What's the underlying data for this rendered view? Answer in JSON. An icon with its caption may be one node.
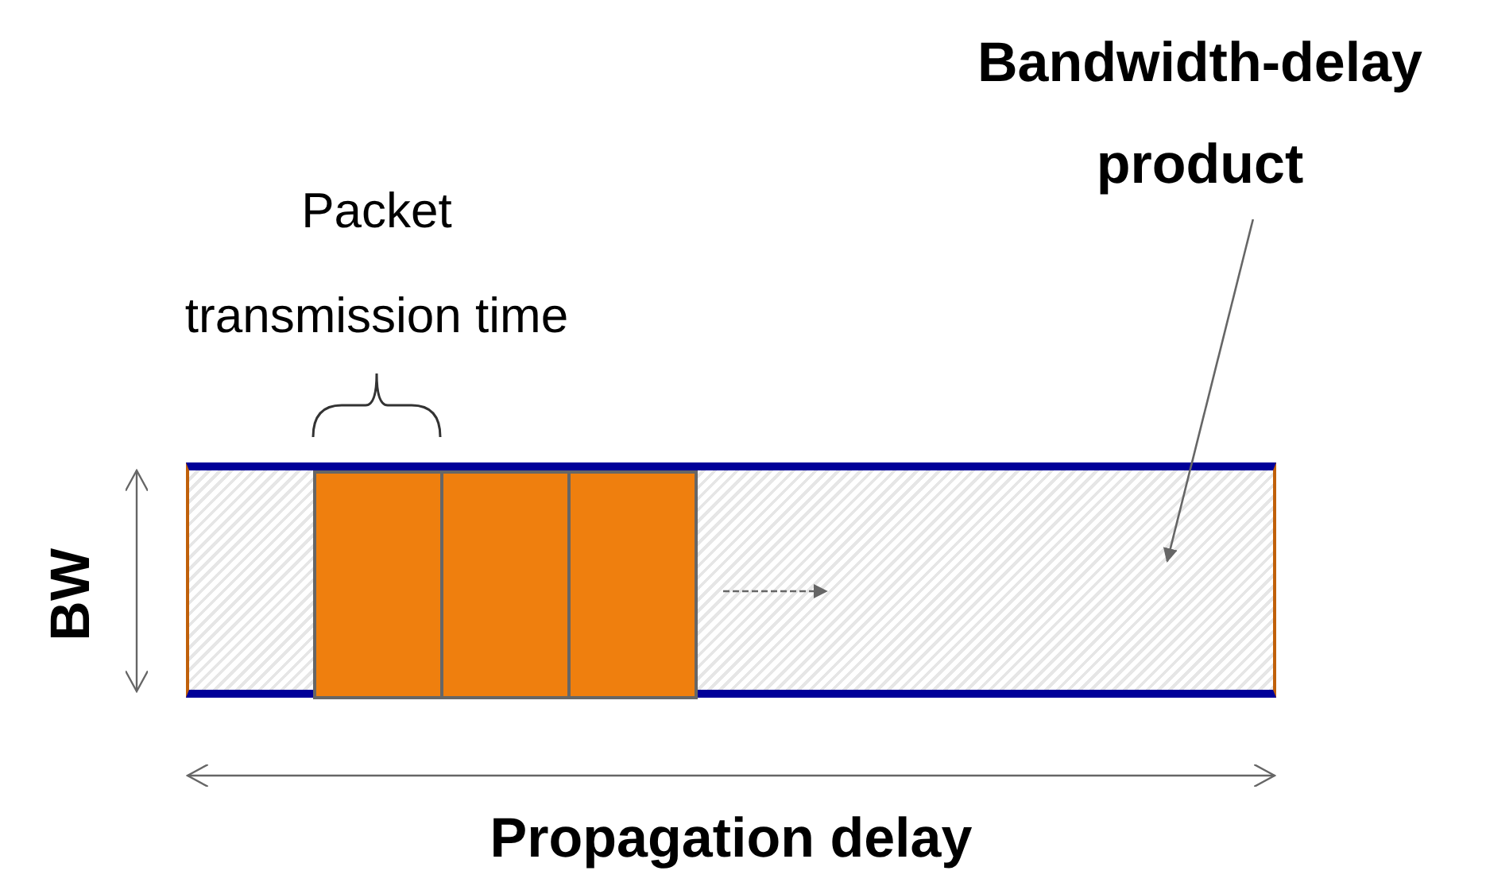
{
  "diagram": {
    "nodes": [
      {
        "text": [
          "Bandwidth-delay product"
        ]
      },
      {
        "text": [],
        "shape": "box"
      },
      {
        "text": [],
        "shape": "box",
        "in": 1
      },
      {
        "text": [],
        "shape": "box",
        "in": 1
      },
      {
        "text": [],
        "shape": "box",
        "in": 1
      }
    ],
    "edges": [
      {
        "from": 0,
        "to": 1,
        "arrow": "to"
      }
    ],
    "labels": [
      "Packet transmission time",
      "BW",
      "Propagation delay"
    ]
  }
}
